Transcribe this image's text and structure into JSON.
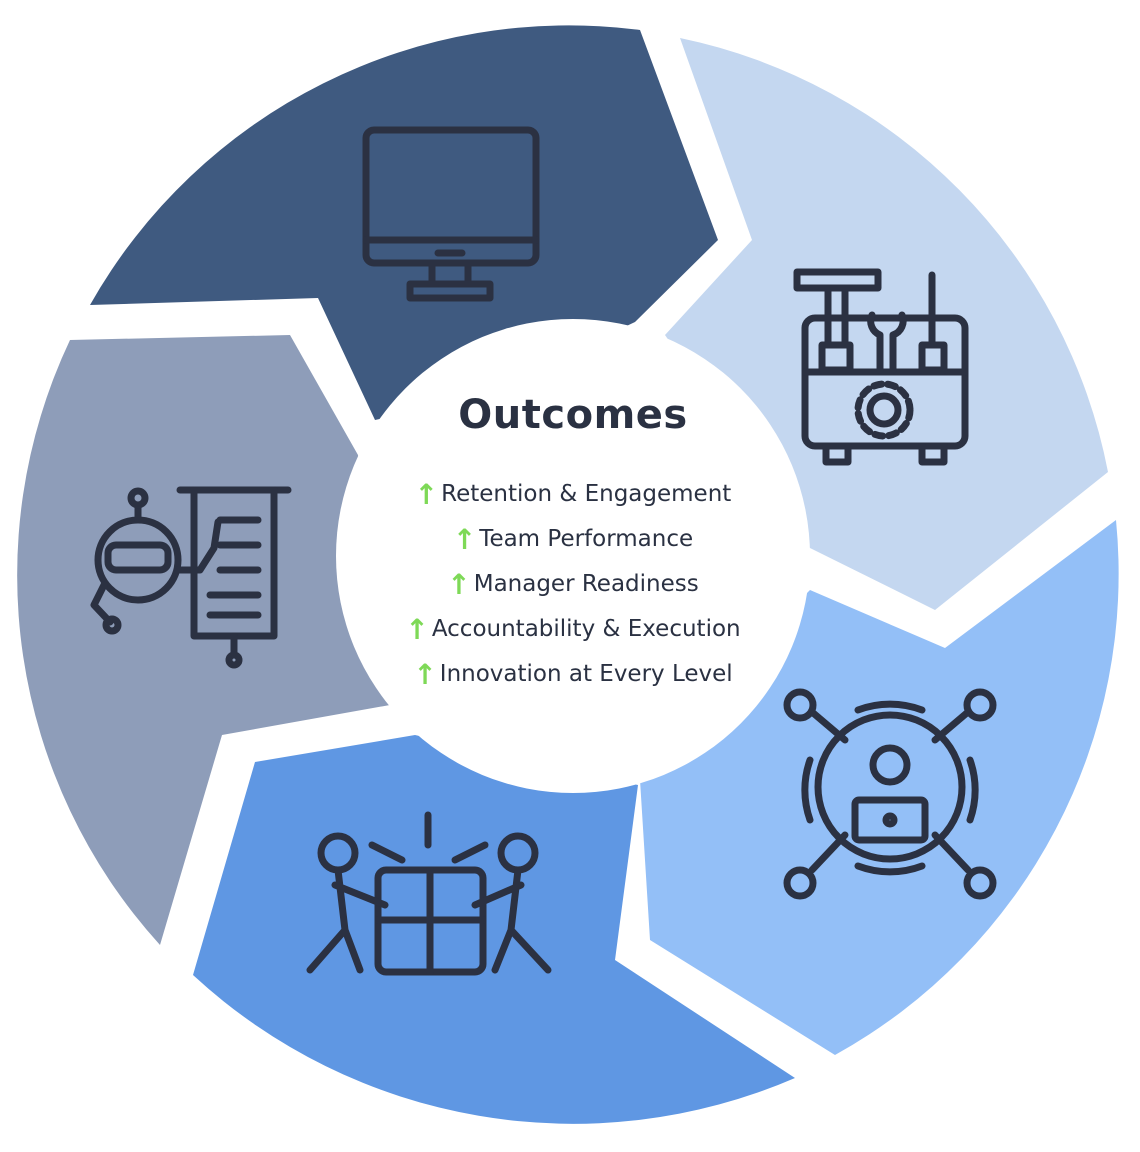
{
  "title": "Outcomes",
  "outcomes": [
    "Retention & Engagement",
    "Team Performance",
    "Manager Readiness",
    "Accountability & Execution",
    "Innovation at Every Level"
  ],
  "arrow_glyph": "↑",
  "colors": {
    "segment_dark": "#3F5A80",
    "segment_light": "#C4D7F0",
    "segment_sky": "#93BFF7",
    "segment_blue": "#5F97E3",
    "segment_gray": "#8E9DB9",
    "arrow": "#7ED957",
    "text": "#2A3142"
  },
  "segments": [
    {
      "icon": "monitor-icon"
    },
    {
      "icon": "toolbox-icon"
    },
    {
      "icon": "network-person-icon"
    },
    {
      "icon": "teamwork-puzzle-icon"
    },
    {
      "icon": "robot-presentation-icon"
    }
  ]
}
